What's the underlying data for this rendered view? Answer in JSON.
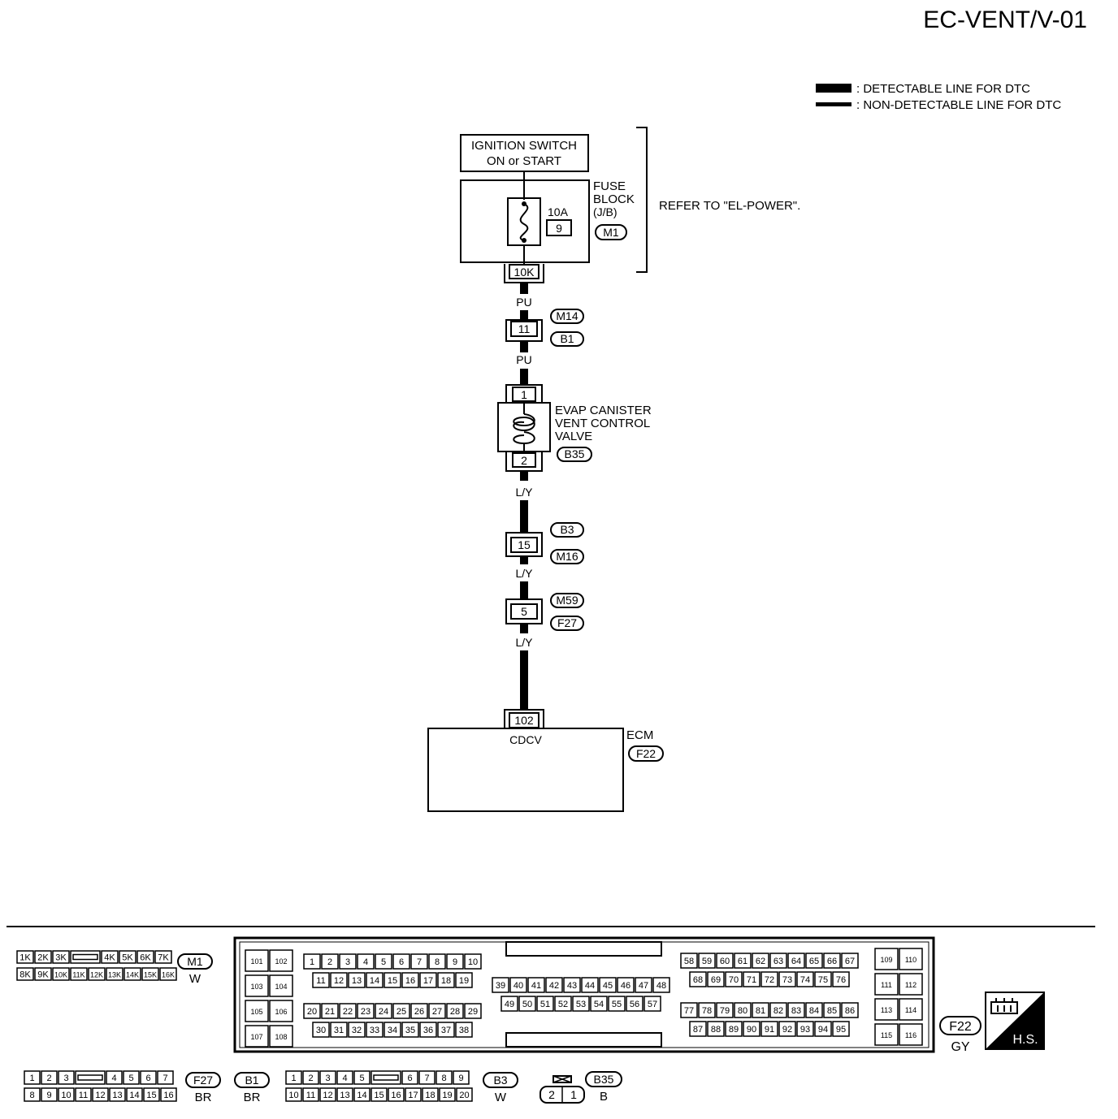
{
  "page_id": "EC-VENT/V-01",
  "legend": {
    "detectable": ": DETECTABLE LINE FOR DTC",
    "non_detectable": ": NON-DETECTABLE LINE FOR DTC"
  },
  "ignition": {
    "line1": "IGNITION SWITCH",
    "line2": "ON or START"
  },
  "fuse_block": {
    "line1": "FUSE",
    "line2": "BLOCK",
    "line3": "(J/B)",
    "amperage": "10A",
    "fuse_no": "9",
    "connector": "M1",
    "terminal": "10K"
  },
  "refer_to": "REFER TO \"EL-POWER\".",
  "wires": {
    "w1": "PU",
    "w2": "PU",
    "w3": "L/Y",
    "w4": "L/Y",
    "w5": "L/Y"
  },
  "joint1": {
    "pin": "11",
    "conn_top": "M14",
    "conn_bottom": "B1"
  },
  "valve": {
    "line1": "EVAP CANISTER",
    "line2": "VENT CONTROL",
    "line3": "VALVE",
    "pin_top": "1",
    "pin_bottom": "2",
    "connector": "B35"
  },
  "joint2": {
    "pin": "15",
    "conn_top": "B3",
    "conn_bottom": "M16"
  },
  "joint3": {
    "pin": "5",
    "conn_top": "M59",
    "conn_bottom": "F27"
  },
  "ecm": {
    "pin": "102",
    "signal": "CDCV",
    "name": "ECM",
    "connector": "F22"
  },
  "connectors": {
    "m1": {
      "id": "M1",
      "color": "W",
      "row1": [
        "1K",
        "2K",
        "3K",
        "",
        "4K",
        "5K",
        "6K",
        "7K"
      ],
      "row2": [
        "8K",
        "9K",
        "10K",
        "11K",
        "12K",
        "13K",
        "14K",
        "15K",
        "16K"
      ]
    },
    "f22": {
      "id": "F22",
      "color": "GY",
      "left": [
        "101",
        "102",
        "103",
        "104",
        "105",
        "106",
        "107",
        "108"
      ],
      "a_row1": [
        "1",
        "2",
        "3",
        "4",
        "5",
        "6",
        "7",
        "8",
        "9",
        "10"
      ],
      "a_row2": [
        "11",
        "12",
        "13",
        "14",
        "15",
        "16",
        "17",
        "18",
        "19"
      ],
      "a_row3": [
        "20",
        "21",
        "22",
        "23",
        "24",
        "25",
        "26",
        "27",
        "28",
        "29"
      ],
      "a_row4": [
        "30",
        "31",
        "32",
        "33",
        "34",
        "35",
        "36",
        "37",
        "38"
      ],
      "mid_row1": [
        "39",
        "40",
        "41",
        "42",
        "43",
        "44",
        "45",
        "46",
        "47",
        "48"
      ],
      "mid_row2": [
        "49",
        "50",
        "51",
        "52",
        "53",
        "54",
        "55",
        "56",
        "57"
      ],
      "b_row1": [
        "58",
        "59",
        "60",
        "61",
        "62",
        "63",
        "64",
        "65",
        "66",
        "67"
      ],
      "b_row2": [
        "68",
        "69",
        "70",
        "71",
        "72",
        "73",
        "74",
        "75",
        "76"
      ],
      "b_row3": [
        "77",
        "78",
        "79",
        "80",
        "81",
        "82",
        "83",
        "84",
        "85",
        "86"
      ],
      "b_row4": [
        "87",
        "88",
        "89",
        "90",
        "91",
        "92",
        "93",
        "94",
        "95"
      ],
      "right": [
        "109",
        "110",
        "111",
        "112",
        "113",
        "114",
        "115",
        "116"
      ]
    },
    "f27": {
      "id": "F27",
      "color": "BR",
      "row1": [
        "1",
        "2",
        "3",
        "",
        "4",
        "5",
        "6",
        "7"
      ],
      "row2": [
        "8",
        "9",
        "10",
        "11",
        "12",
        "13",
        "14",
        "15",
        "16"
      ]
    },
    "b1": {
      "id": "B1",
      "color": "BR"
    },
    "b3": {
      "id": "B3",
      "color": "W",
      "row1": [
        "1",
        "2",
        "3",
        "4",
        "5",
        "",
        "6",
        "7",
        "8",
        "9"
      ],
      "row2": [
        "10",
        "11",
        "12",
        "13",
        "14",
        "15",
        "16",
        "17",
        "18",
        "19",
        "20"
      ]
    },
    "b35": {
      "id": "B35",
      "color": "B",
      "pins": [
        "2",
        "1"
      ]
    }
  },
  "hs_badge": "H.S."
}
